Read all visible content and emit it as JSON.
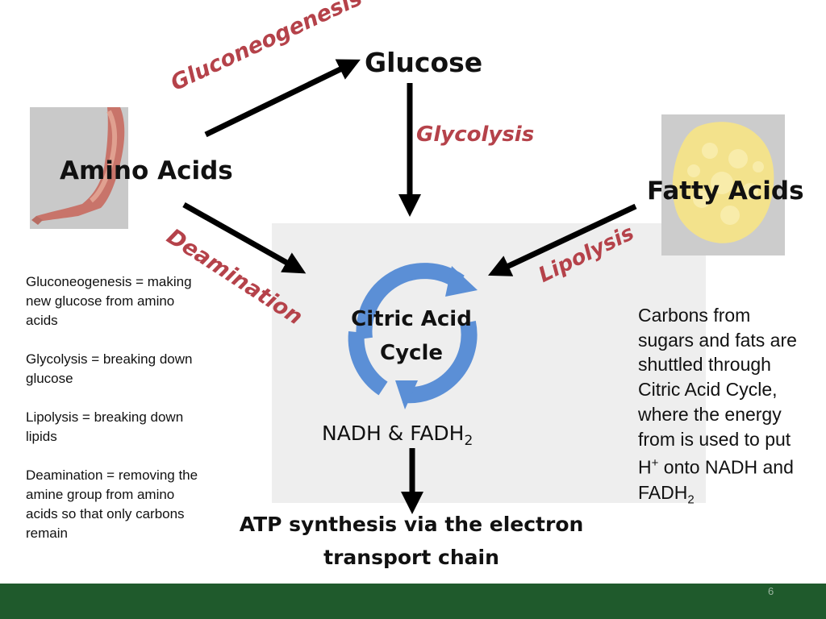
{
  "colors": {
    "process_label": "#b5424a",
    "footer_bar": "#1f5a2c",
    "cycle_arrows": "#5b8fd6",
    "center_panel": "#eeeeee"
  },
  "nodes": {
    "glucose": "Glucose",
    "amino_acids": "Amino Acids",
    "fatty_acids": "Fatty Acids",
    "citric_acid_cycle": [
      "Citric Acid",
      "Cycle"
    ],
    "nadh_prefix": "NADH & FADH",
    "nadh_sub": "2",
    "atp": [
      "ATP synthesis via the electron",
      "transport chain"
    ]
  },
  "processes": {
    "gluconeogenesis": "Gluconeogenesis",
    "glycolysis": "Glycolysis",
    "deamination": "Deamination",
    "lipolysis": "Lipolysis"
  },
  "icons": {
    "amino_acids": "arm-muscle-image",
    "fatty_acids": "fat-tissue-image"
  },
  "notes": [
    "Gluconeogenesis = making new glucose from amino acids",
    "Glycolysis = breaking down glucose",
    "Lipolysis = breaking down lipids",
    "Deamination = removing the amine group from amino acids so that only carbons remain"
  ],
  "right_text": {
    "part1": "Carbons from sugars and fats are shuttled through Citric Acid Cycle, where the energy from is used to put H",
    "plus": "+",
    "part2": " onto NADH and FADH",
    "sub": "2"
  },
  "slide_number": "6"
}
